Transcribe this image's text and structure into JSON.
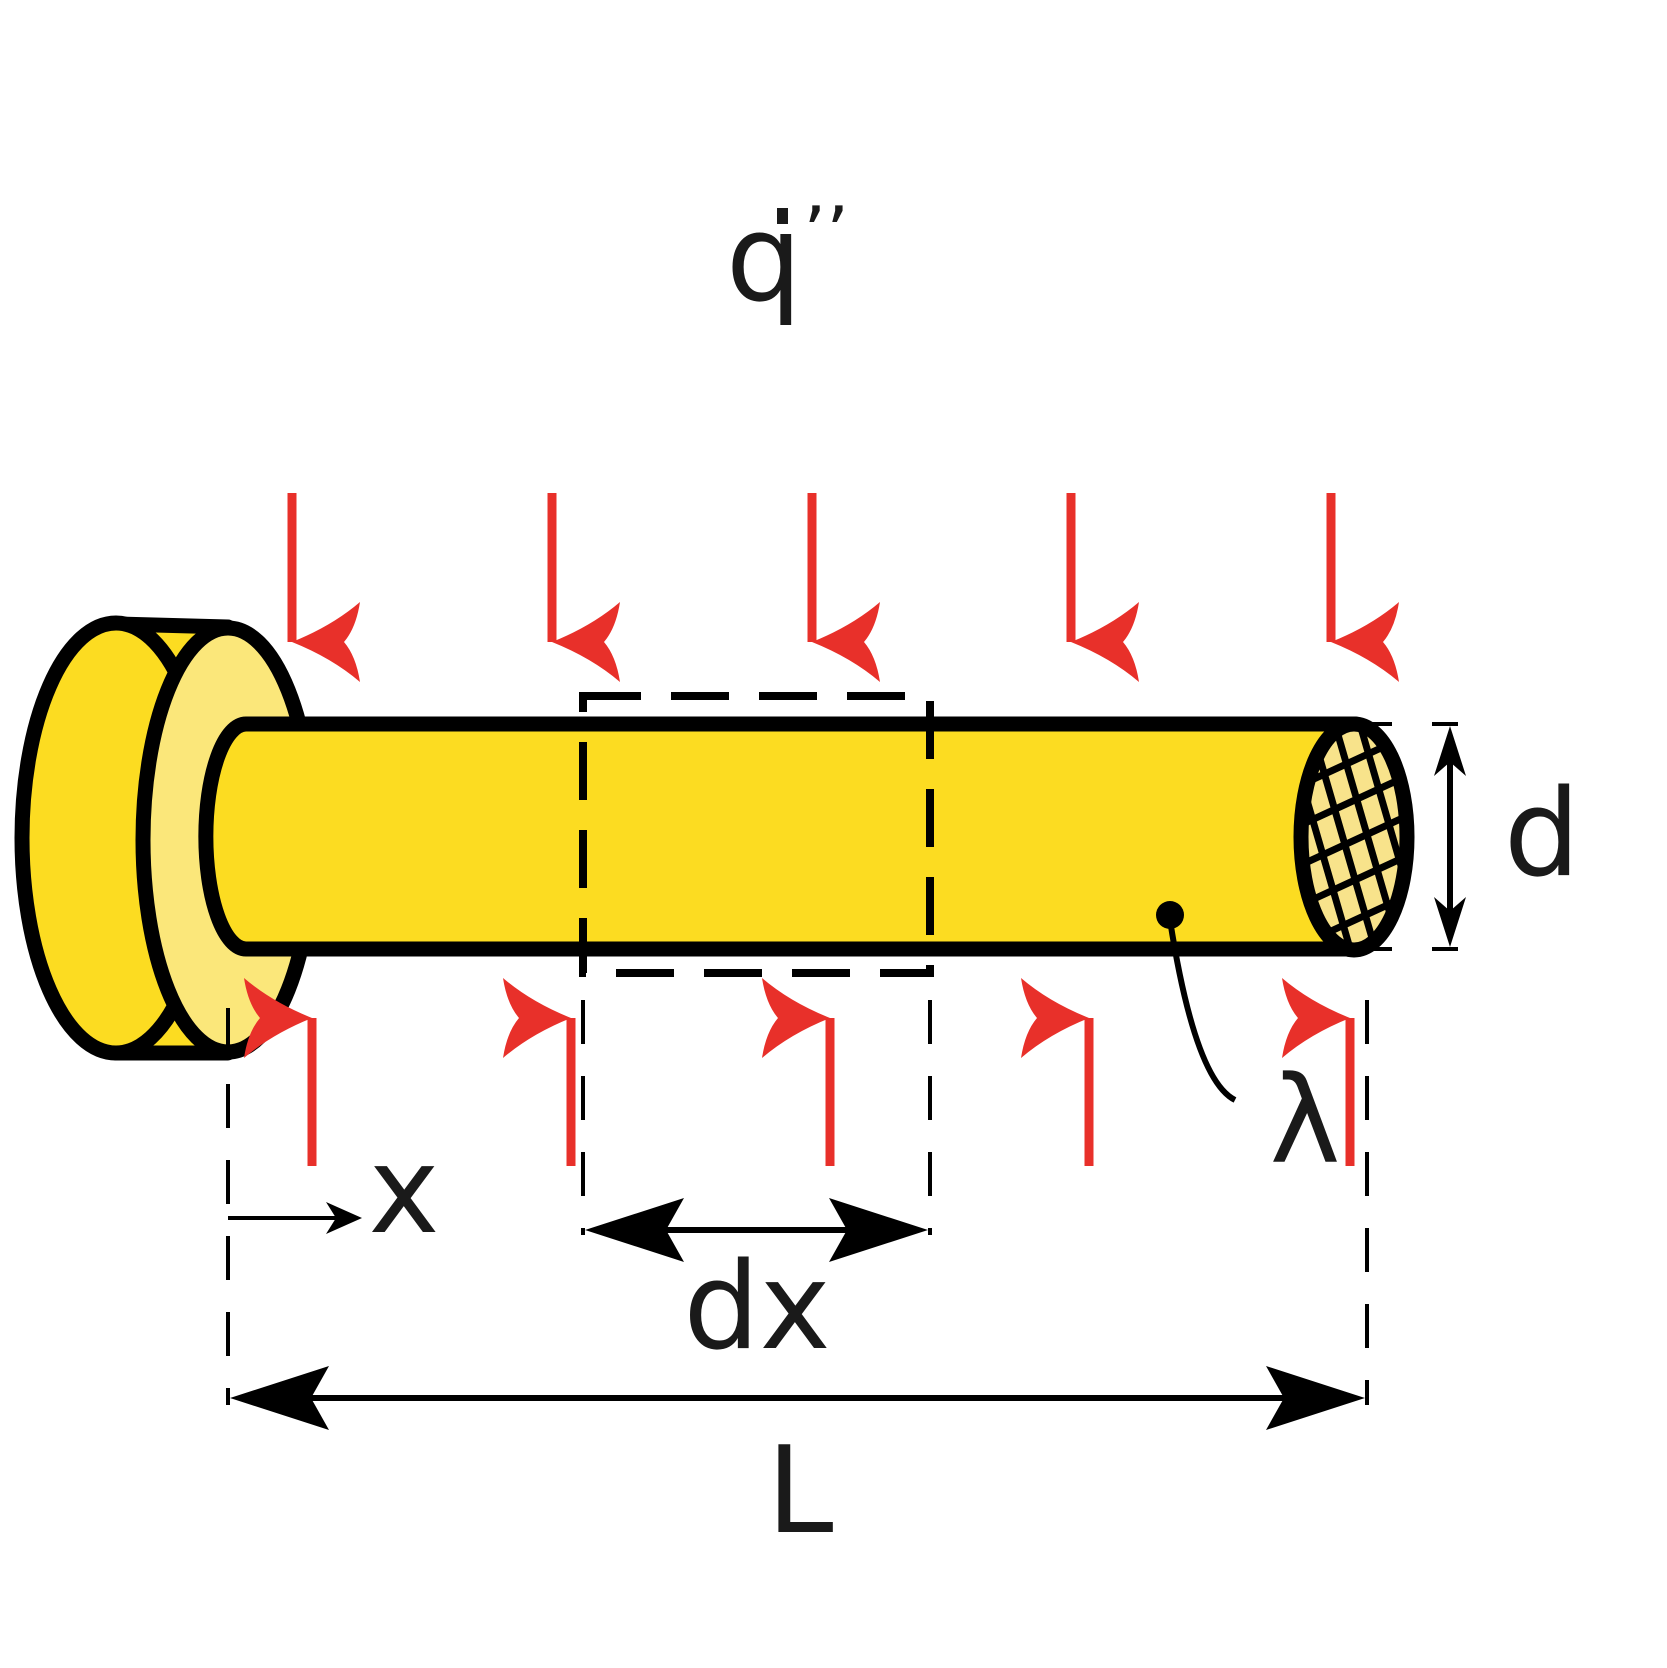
{
  "labels": {
    "heat_flux": "q",
    "heat_flux_primes": "’’",
    "diameter": "d",
    "conductivity": "λ",
    "position": "x",
    "element_length": "dx",
    "fin_length": "L"
  },
  "colors": {
    "fin_fill": "#fcdc21",
    "base_face_fill": "#fbe77a",
    "end_face_fill": "#f8e38b",
    "outline": "#000000",
    "heat_arrow": "#e8302a",
    "text": "#1a1a1a"
  },
  "icons": {
    "heat_arrows": "red-arrow-icon",
    "dimension_arrows": "double-arrow-icon"
  }
}
